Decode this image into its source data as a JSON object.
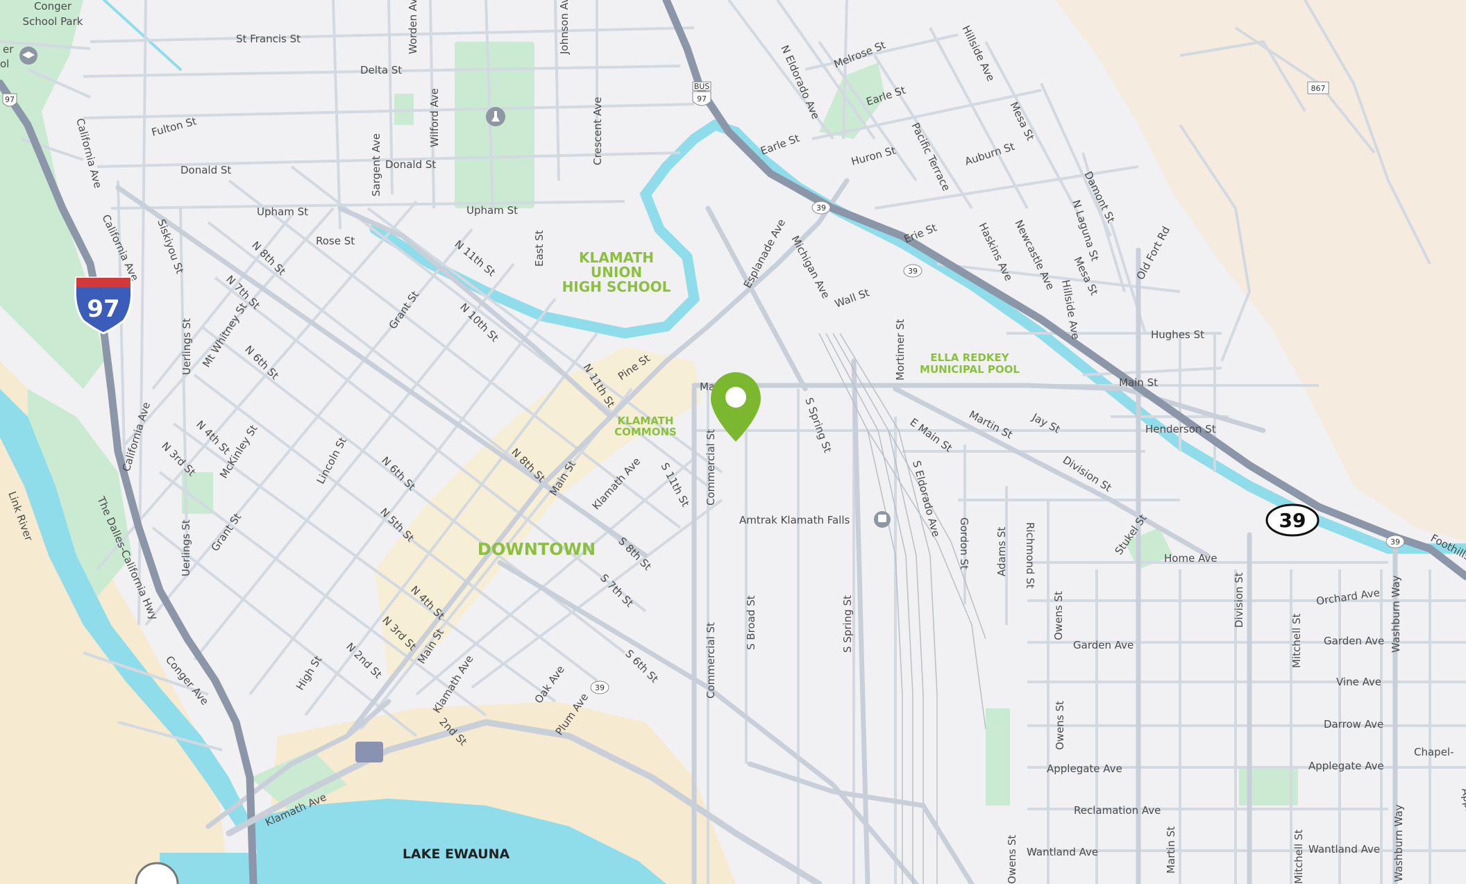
{
  "map": {
    "colors": {
      "background": "#f1f1f3",
      "water": "#8fdcea",
      "park": "#cbead2",
      "sand": "#f6ead0",
      "road": "#d3d9e0",
      "highway": "#8b96a8",
      "poi": "#8bbf3f",
      "marker": "#7cb82f"
    },
    "marker": {
      "label": "location-pin"
    },
    "districts": {
      "school": [
        "KLAMATH",
        "UNION",
        "HIGH SCHOOL"
      ],
      "pool": [
        "ELLA REDKEY",
        "MUNICIPAL POOL"
      ],
      "commons": [
        "KLAMATH",
        "COMMONS"
      ],
      "downtown": "DOWNTOWN"
    },
    "lake": "LAKE EWAUNA",
    "places": {
      "park": [
        "Conger",
        "School Park"
      ],
      "station": "Amtrak Klamath Falls",
      "chapel": "Chapel-",
      "school_fragment": [
        "er",
        "ol"
      ],
      "foothills": "Foothills"
    },
    "shields": {
      "interstate": "97",
      "state_big": "39",
      "state_small": "39",
      "us_bus": "97",
      "us_bus_tag": "BUS",
      "county": "867"
    },
    "streets": {
      "st_francis": "St Francis St",
      "delta": "Delta St",
      "worden": "Worden Ave",
      "johnson": "Johnson Ave",
      "fulton": "Fulton St",
      "donald_w": "Donald St",
      "donald_e": "Donald St",
      "california_1": "California Ave",
      "california_2": "California Ave",
      "california_3": "California Ave",
      "sargent": "Sargent Ave",
      "wilford": "Wilford Ave",
      "crescent": "Crescent Ave",
      "upham_w": "Upham St",
      "upham_e": "Upham St",
      "rose": "Rose St",
      "siskiyou": "Siskiyou St",
      "n8th_a": "N 8th St",
      "n7th_a": "N 7th St",
      "mt_whitney": "Mt Whitney St",
      "n6th_a": "N 6th St",
      "uerlings_1": "Uerlings St",
      "uerlings_2": "Uerlings St",
      "n4th_a": "N 4th St",
      "n3rd_a": "N 3rd St",
      "mckinley": "McKinley St",
      "grant_1": "Grant St",
      "grant_2": "Grant St",
      "lincoln": "Lincoln St",
      "n11th_a": "N 11th St",
      "n10th": "N 10th St",
      "n11th_b": "N 11th St",
      "east": "East St",
      "pine": "Pine St",
      "n6th_b": "N 6th St",
      "n5th": "N 5th St",
      "n8th_b": "N 8th St",
      "main_1": "Main St",
      "main_2": "Main St",
      "main_3": "Main St",
      "main_e": "Main St",
      "n4th_b": "N 4th St",
      "n3rd_b": "N 3rd St",
      "n2nd": "N 2nd St",
      "high": "High St",
      "klamath_ave_1": "Klamath Ave",
      "klamath_ave_2": "Klamath Ave",
      "klamath_ave_3": "Klamath Ave",
      "s11th": "S 11th St",
      "s8th": "S 8th St",
      "s7th": "S 7th St",
      "s6th": "S 6th St",
      "oak": "Oak Ave",
      "plum": "Plum Ave",
      "second": "2nd St",
      "commercial_1": "Commercial St",
      "commercial_2": "Commercial St",
      "s_broad": "S Broad St",
      "esplanade": "Esplanade Ave",
      "michigan": "Michigan Ave",
      "n_eldorado": "N Eldorado Ave",
      "melrose": "Melrose St",
      "earle_1": "Earle St",
      "earle_2": "Earle St",
      "huron": "Huron St",
      "pacific_terrace": "Pacific Terrace",
      "hillside_1": "Hillside Ave",
      "hillside_2": "Hillside Ave",
      "mesa_1": "Mesa St",
      "mesa_2": "Mesa St",
      "auburn": "Auburn St",
      "damont": "Damont St",
      "n_laguna": "N Laguna St",
      "erie": "Erie St",
      "haskins": "Haskins Ave",
      "newcastle": "Newcastle Ave",
      "old_fort": "Old Fort Rd",
      "wall": "Wall St",
      "mortimer": "Mortimer St",
      "hughes": "Hughes St",
      "s_spring_1": "S Spring St",
      "s_spring_2": "S Spring St",
      "e_main": "E Main St",
      "martin_1": "Martin St",
      "martin_2": "Martin St",
      "jay": "Jay St",
      "henderson": "Henderson St",
      "division_1": "Division St",
      "division_2": "Division St",
      "s_eldorado": "S Eldorado Ave",
      "gordon": "Gordon St",
      "adams": "Adams St",
      "richmond": "Richmond St",
      "stukel": "Stukel St",
      "home": "Home Ave",
      "washburn_1": "Washburn Way",
      "washburn_2": "Washburn Way",
      "orchard": "Orchard Ave",
      "owens_1": "Owens St",
      "owens_2": "Owens St",
      "owens_3": "Owens St",
      "garden_1": "Garden Ave",
      "garden_2": "Garden Ave",
      "mitchell_1": "Mitchell St",
      "mitchell_2": "Mitchell St",
      "vine": "Vine Ave",
      "darrow": "Darrow Ave",
      "applegate_1": "Applegate Ave",
      "applegate_2": "Applegate Ave",
      "reclamation": "Reclamation Ave",
      "wantland_1": "Wantland Ave",
      "wantland_2": "Wantland Ave",
      "applewood": "Applewood St",
      "conger": "Conger Ave",
      "dalles": "The Dalles-California Hwy",
      "link_river": "Link River"
    }
  }
}
